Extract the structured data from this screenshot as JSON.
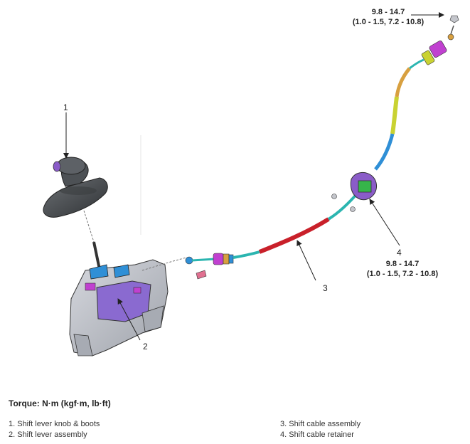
{
  "callouts": {
    "c1": "1",
    "c2": "2",
    "c3": "3",
    "c4": "4"
  },
  "torque_top": {
    "line1": "9.8 - 14.7",
    "line2": "(1.0 - 1.5, 7.2 - 10.8)"
  },
  "torque_retainer": {
    "line1": "9.8 - 14.7",
    "line2": "(1.0 - 1.5, 7.2 - 10.8)"
  },
  "torque_title": "Torque: N·m (kgf·m, lb·ft)",
  "legend": {
    "item1": "1. Shift lever knob & boots",
    "item2": "2. Shift lever assembly",
    "item3": "3. Shift cable assembly",
    "item4": "4. Shift cable retainer"
  },
  "colors": {
    "cable_teal": "#2bb5b0",
    "cable_red": "#c9202a",
    "cable_orange": "#d8a040",
    "cable_yellow": "#c9d232",
    "cable_blue": "#2f8fd6",
    "magenta": "#c040d0",
    "purple": "#8a5cc8",
    "green": "#36b44a",
    "bracket_gray": "#b9bcc4",
    "knob_dark": "#4a4e52"
  }
}
